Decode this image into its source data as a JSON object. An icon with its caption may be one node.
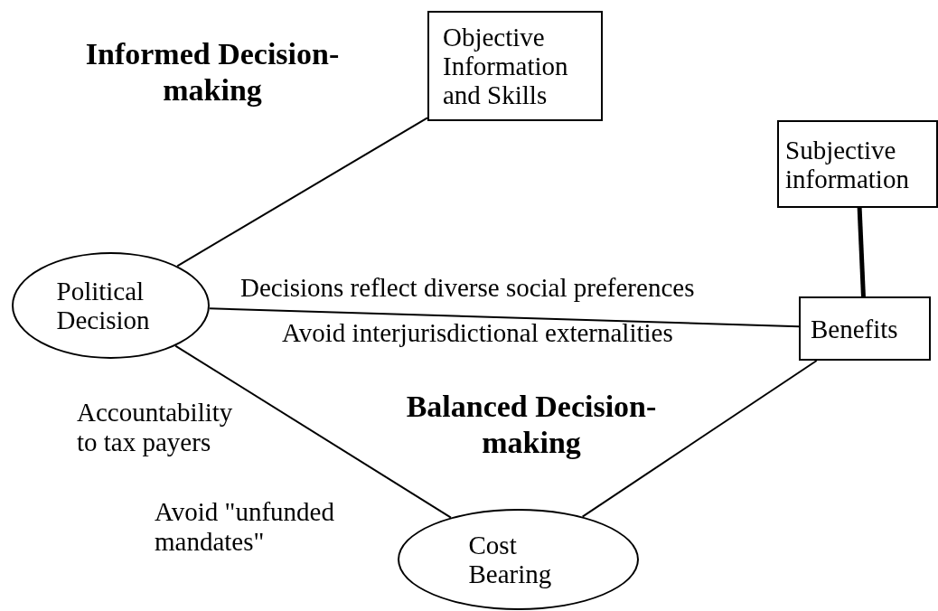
{
  "diagram": {
    "nodes": [
      {
        "text": [
          "Objective Information and Skills"
        ]
      },
      {
        "text": [
          "Subjective information"
        ]
      },
      {
        "text": [
          "Political Decision"
        ]
      },
      {
        "text": [
          "Benefits"
        ]
      },
      {
        "text": [
          "Cost Bearing"
        ]
      }
    ],
    "edges": [
      {
        "from": 2,
        "to": 0,
        "arrow": "none"
      },
      {
        "from": 1,
        "to": 3,
        "arrow": "none",
        "style": "thick"
      },
      {
        "from": 2,
        "to": 3,
        "arrow": "none"
      },
      {
        "from": 2,
        "to": 4,
        "arrow": "none"
      },
      {
        "from": 3,
        "to": 4,
        "arrow": "none"
      }
    ],
    "labels": [
      "Informed Decision-making",
      "Decisions reflect diverse social preferences",
      "Avoid interjurisdictional externalities",
      "Accountability to tax payers",
      "Balanced Decision-making",
      "Avoid \"unfunded mandates\""
    ]
  }
}
